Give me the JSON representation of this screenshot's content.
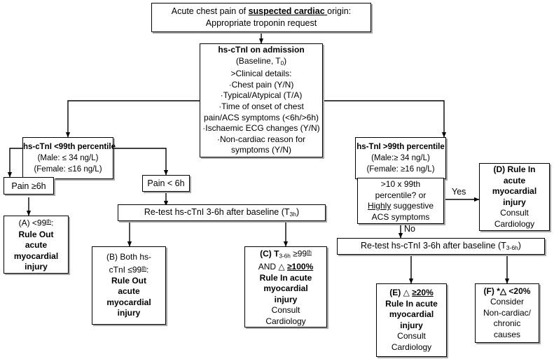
{
  "diagram": {
    "title": "hs-cTnI chest pain troponin algorithm flowchart",
    "nodes": {
      "start": {
        "lines": [
          "Acute chest pain of suspected cardiac origin:",
          "Appropriate troponin request"
        ],
        "part_a": "Acute chest pain of ",
        "part_b": "suspected cardiac ",
        "part_c": "origin:",
        "line2": "Appropriate troponin request"
      },
      "admission": {
        "heading": "hs-cTnI on admission",
        "baseline": "(Baseline, T",
        "baseline_sub": "0",
        "baseline_end": ")",
        "clinical": ">Clinical details:",
        "bullets": [
          "·Chest pain (Y/N)",
          "·Typical/Atypical (T/A)",
          "·Time of onset of chest",
          "pain/ACS symptoms (<6h/>6h)",
          "·Ischaemic ECG changes (Y/N)",
          "·Non-cardiac reason for",
          "symptoms (Y/N)"
        ]
      },
      "left_percentile": {
        "heading": "hs-cTnI <99th percentile",
        "male": "(Male: ≤ 34 ng/L)",
        "female": "(Female: ≤16 ng/L)"
      },
      "right_percentile": {
        "heading": "hs-TnI  >99th percentile",
        "male": "(Male:≥ 34 ng/L)",
        "female": "(Female: ≥16 ng/L)"
      },
      "pain_ge_6h": {
        "label": "Pain ≥6h"
      },
      "pain_lt_6h": {
        "label": "Pain < 6h"
      },
      "retest_left": {
        "text": "Re-test hs-cTnI 3-6h after baseline (T",
        "sub": "3h",
        "end": ")"
      },
      "retest_right": {
        "text": "Re-test hs-cTnI 3-6h after baseline (T",
        "sub": "3-6h",
        "end": ")"
      },
      "decision": {
        "line1": ">10 x 99th",
        "line2": "percentile? or",
        "line3_underline": "Highly",
        "line3_rest": " suggestive",
        "line4": "ACS symptoms"
      },
      "outcome_a": {
        "tag": "(A) <99",
        "tag_sup": "th",
        "tag_end": ":",
        "lines": [
          "Rule Out",
          "acute",
          "myocardial",
          "injury"
        ]
      },
      "outcome_b": {
        "line1": "(B) Both hs-",
        "line2_a": "cTnI ≤99",
        "line2_sup": "th",
        "line2_end": ":",
        "lines": [
          "Rule Out",
          "acute",
          "myocardial",
          "injury"
        ]
      },
      "outcome_c": {
        "tag_bold": "(C)",
        "tag_t": " T",
        "tag_sub": "3-6h",
        "tag_cmp": " ≥99",
        "tag_sup": "th",
        "line2_a": "AND △ ",
        "line2_b": "≥100%",
        "lines": [
          "Rule In acute",
          "myocardial",
          "injury"
        ],
        "consult": "Consult",
        "cardiology": "Cardiology"
      },
      "outcome_d": {
        "lines": [
          "(D) Rule In",
          "acute",
          "myocardial",
          "injury"
        ],
        "consult": "Consult",
        "cardiology": "Cardiology"
      },
      "outcome_e": {
        "tag_bold": "(E)",
        "tag_rest": " △ ",
        "tag_val": "≥20%",
        "lines": [
          "Rule In acute",
          "myocardial",
          "injury"
        ],
        "consult": "Consult",
        "cardiology": "Cardiology"
      },
      "outcome_f": {
        "tag_bold": "(F)",
        "tag_rest": " *△ <20%",
        "lines": [
          "Consider",
          "Non-cardiac/",
          "chronic",
          "causes"
        ]
      }
    },
    "edge_labels": {
      "yes": "Yes",
      "no": "No"
    },
    "colors": {
      "border": "#000000",
      "shadow": "#a8a8a8",
      "background": "#ffffff",
      "text": "#000000"
    }
  }
}
